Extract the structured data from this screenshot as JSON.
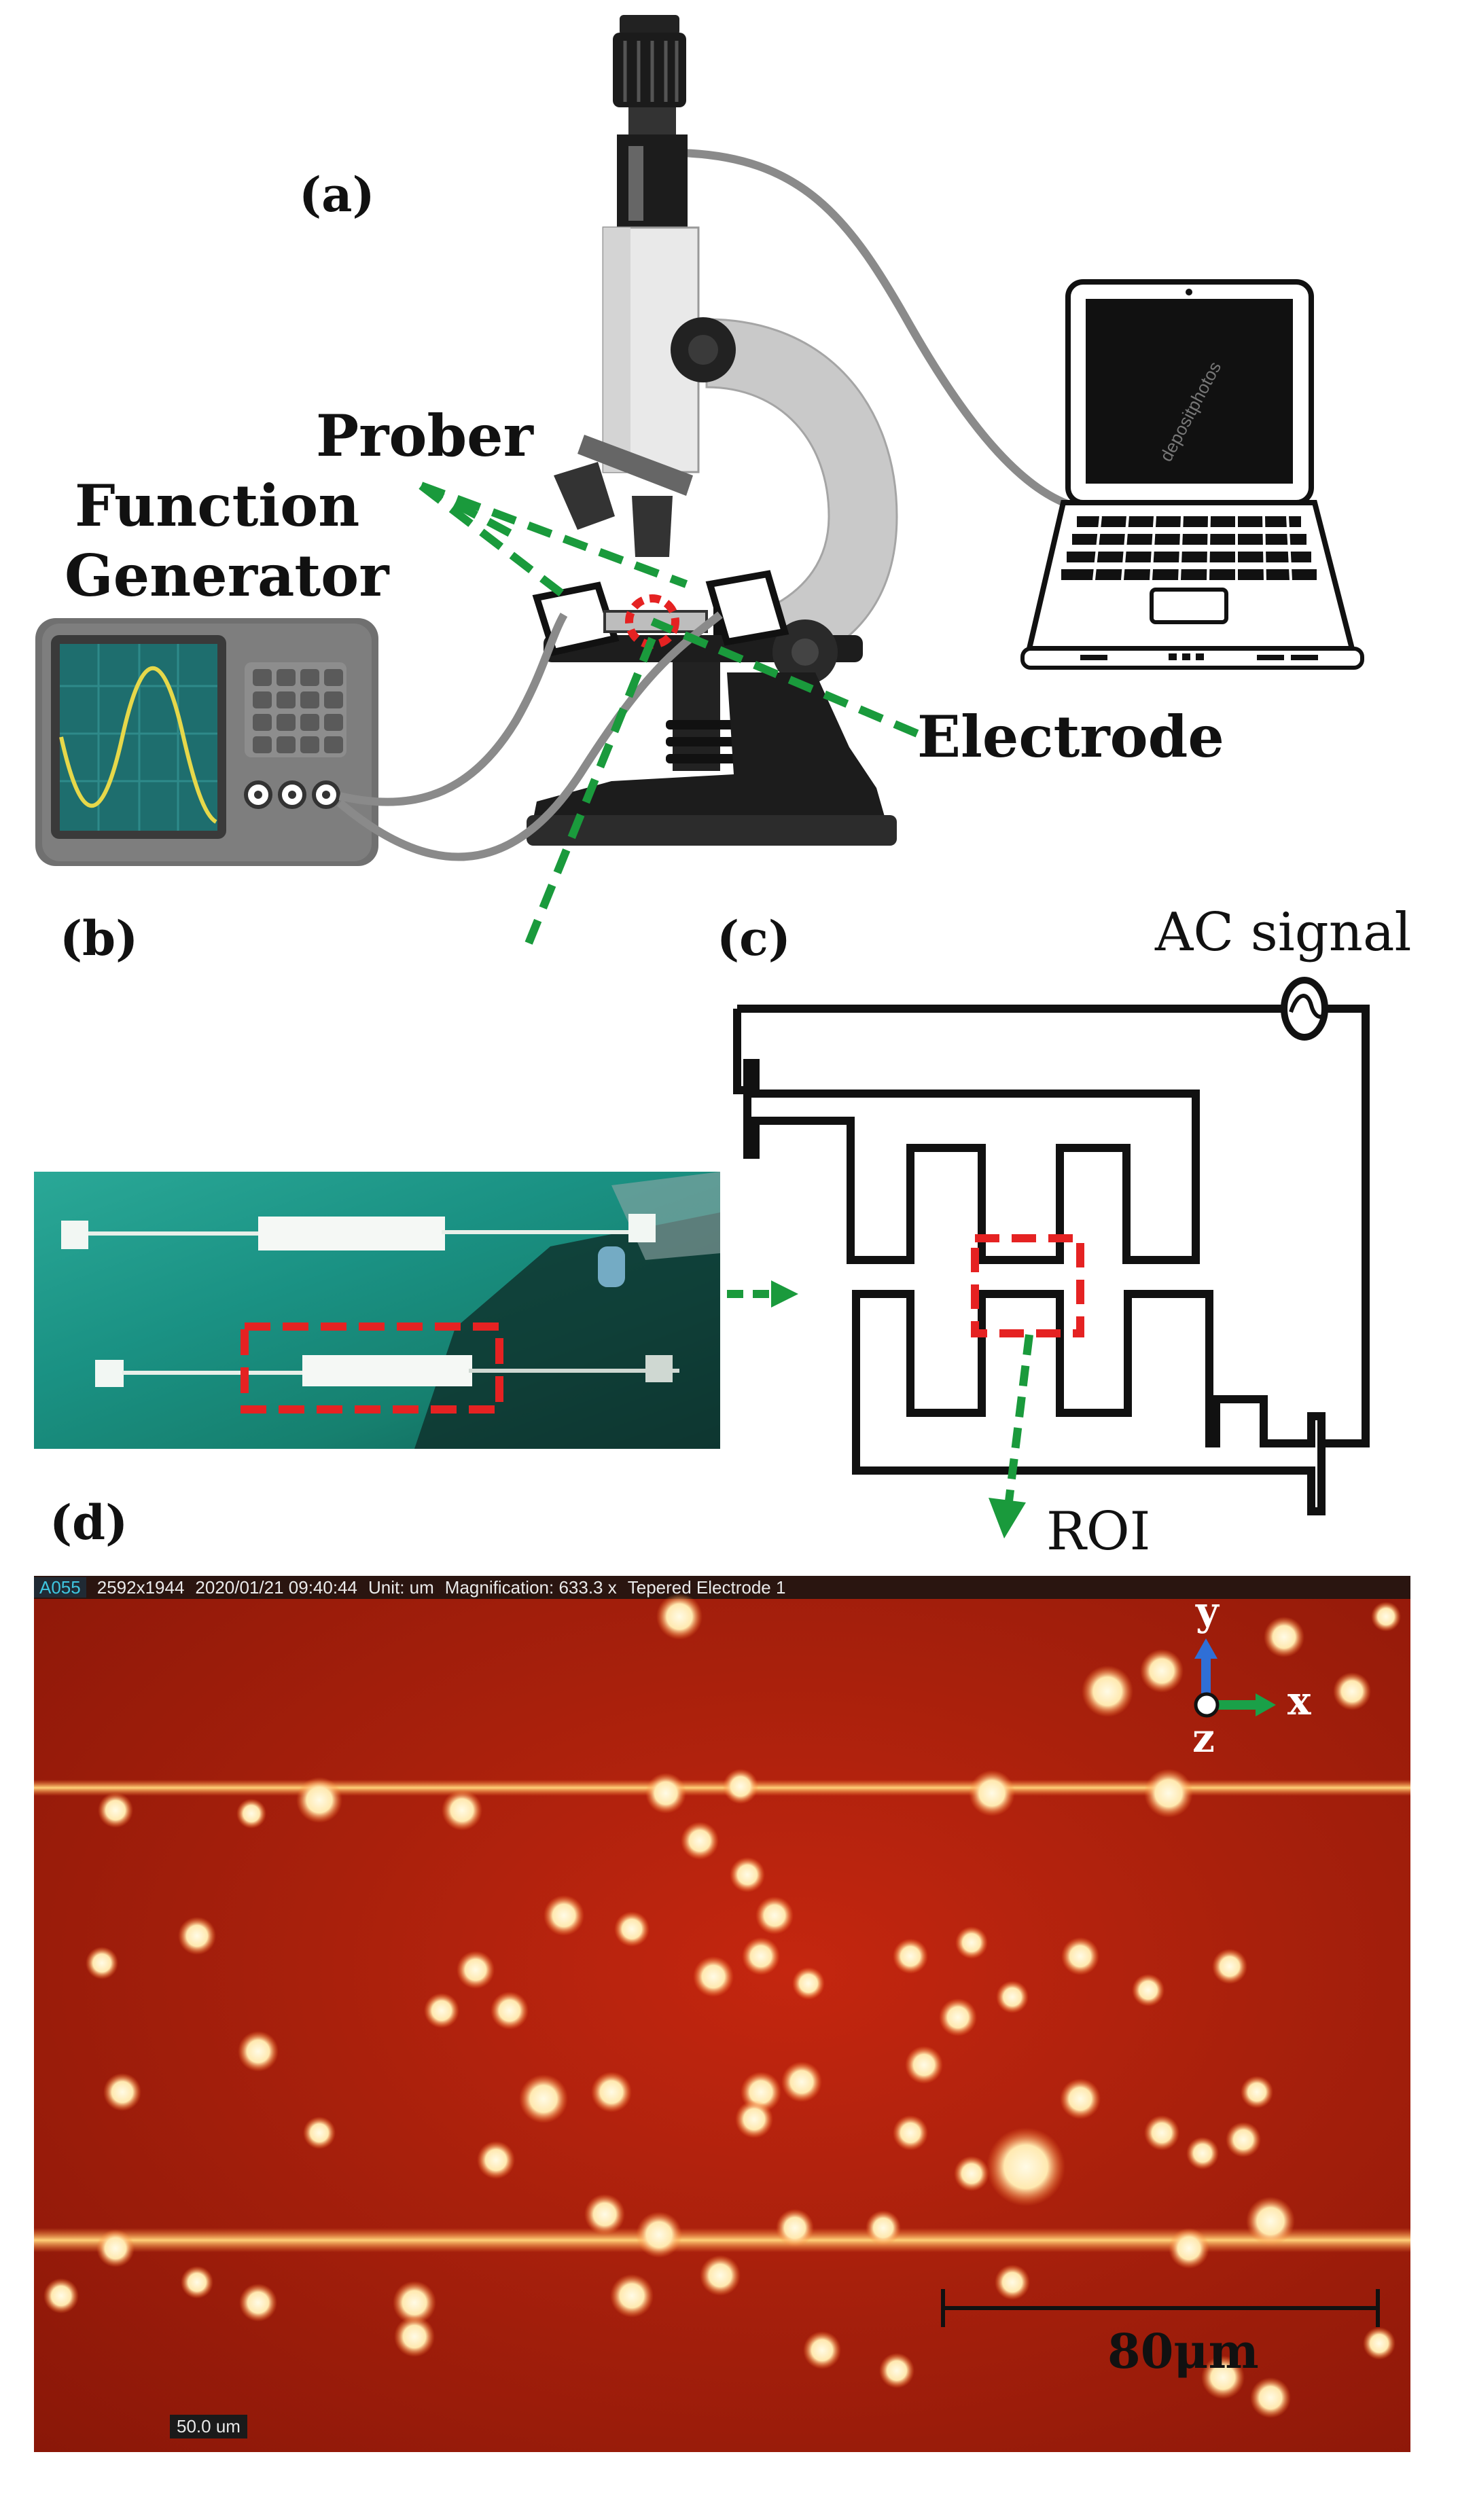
{
  "panels": {
    "a": "(a)",
    "b": "(b)",
    "c": "(c)",
    "d": "(d)"
  },
  "labels": {
    "prober": "Prober",
    "function_generator_line1": "Function",
    "function_generator_line2": "Generator",
    "electrode": "Electrode",
    "ac_signal": "AC signal",
    "roi": "ROI",
    "scale_bar": "80μm"
  },
  "micrograph": {
    "id_tag": "A055",
    "resolution": "2592x1944",
    "timestamp": "2020/01/21 09:40:44",
    "unit": "Unit: um",
    "magnification": "Magnification:  633.3 x",
    "title": "Tepered Electrode 1",
    "scale_box": "50.0 um"
  },
  "axes": {
    "x": "x",
    "y": "y",
    "z": "z"
  },
  "laptop_watermark": "depositphotos",
  "colors": {
    "arrow_green": "#1a9a3c",
    "roi_red": "#e52222",
    "screen_green": "#1e6e6e",
    "sine_yellow": "#e6d84a",
    "particle": "#fff6d8",
    "fluor_bg": "#b1220c"
  }
}
